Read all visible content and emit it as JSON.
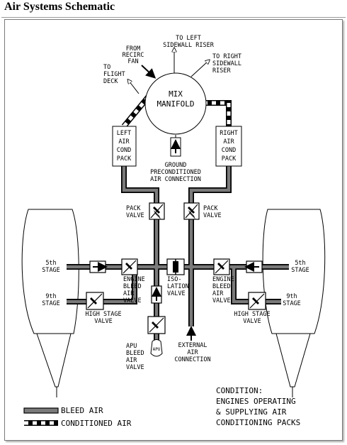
{
  "title": "Air Systems Schematic",
  "labels": {
    "to_left_sidewall_riser": [
      "TO LEFT",
      "SIDEWALL RISER"
    ],
    "from_recirc_fan": [
      "FROM",
      "RECIRC",
      "FAN"
    ],
    "to_right_sidewall_riser": [
      "TO RIGHT",
      "SIDEWALL",
      "RISER"
    ],
    "to_flight_deck": [
      "TO",
      "FLIGHT",
      "DECK"
    ],
    "mix_manifold": [
      "MIX",
      "MANIFOLD"
    ],
    "left_pack": [
      "LEFT",
      "AIR",
      "COND",
      "PACK"
    ],
    "right_pack": [
      "RIGHT",
      "AIR",
      "COND",
      "PACK"
    ],
    "ground_connection": [
      "GROUND",
      "PRECONDITIONED",
      "AIR CONNECTION"
    ],
    "pack_valve_left": [
      "PACK",
      "VALVE"
    ],
    "pack_valve_right": [
      "PACK",
      "VALVE"
    ],
    "fifth_stage_left": [
      "5th",
      "STAGE"
    ],
    "fifth_stage_right": [
      "5th",
      "STAGE"
    ],
    "ninth_stage_left": [
      "9th",
      "STAGE"
    ],
    "ninth_stage_right": [
      "9th",
      "STAGE"
    ],
    "engine_bleed_left": [
      "ENGINE",
      "BLEED",
      "AIR",
      "VALVE"
    ],
    "engine_bleed_right": [
      "ENGINE",
      "BLEED",
      "AIR",
      "VALVE"
    ],
    "isolation_valve": [
      "ISO-",
      "LATION",
      "VALVE"
    ],
    "high_stage_left": [
      "HIGH STAGE",
      "VALVE"
    ],
    "high_stage_right": [
      "HIGH STAGE",
      "VALVE"
    ],
    "apu_bleed": [
      "APU",
      "BLEED",
      "AIR",
      "VALVE"
    ],
    "apu_tag": "APU",
    "external_connection": [
      "EXTERNAL",
      "AIR",
      "CONNECTION"
    ]
  },
  "condition": [
    "CONDITION:",
    "ENGINES OPERATING",
    "& SUPPLYING AIR",
    "CONDITIONING PACKS"
  ],
  "legend": {
    "bleed_air": "BLEED AIR",
    "conditioned_air": "CONDITIONED AIR"
  },
  "colors": {
    "bleed_line": "#777777",
    "line": "#000000",
    "background": "#ffffff"
  }
}
